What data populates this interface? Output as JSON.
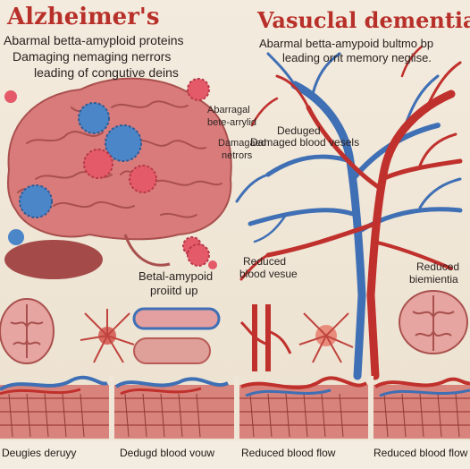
{
  "panels": {
    "left": {
      "title": "Alzheimer's",
      "subtitle_lines": [
        "Abarmal betta-amyploid proteins",
        "Damaging nemaging nerrors",
        "leading of congutive deins"
      ]
    },
    "right": {
      "title": "Vasuclal dementia",
      "subtitle_lines": [
        "Abarmal betta-amypoid bultmo bp",
        "leading orrit memory negiise."
      ]
    }
  },
  "labels": {
    "abnormal_beta": [
      "Abarragal",
      "bete-arrylid"
    ],
    "damaged_neurons": [
      "Damagaed",
      "netrors"
    ],
    "deduged_vessels": [
      "Deduged",
      "Damaged blood vesels"
    ],
    "beta_amyloid": [
      "Betal-amypoid",
      "proiitd up"
    ],
    "reduced_vessel_mid": [
      "Reduced",
      "blood vesue"
    ],
    "reduced_right": [
      "Reduced",
      "biemientia"
    ]
  },
  "bottom_captions": [
    "Deugies deruyy",
    "Dedugd blood vouw",
    "Reduced blood flow",
    "Reduced blood flow"
  ],
  "colors": {
    "title_red": "#b8302a",
    "brain_pink": "#d97b7b",
    "amyloid_blue": "#4a86c8",
    "amyloid_pink": "#e45a68",
    "vessel_blue": "#3f6fb4",
    "vessel_red": "#c0302c",
    "background": "#efe6d8"
  },
  "icons": [
    "brain-illustration",
    "amyloid-plaque-icon",
    "neuron-icon",
    "vessel-tree-icon",
    "brain-section-icon",
    "artery-tube-icon",
    "blood-flow-tissue-icon"
  ]
}
